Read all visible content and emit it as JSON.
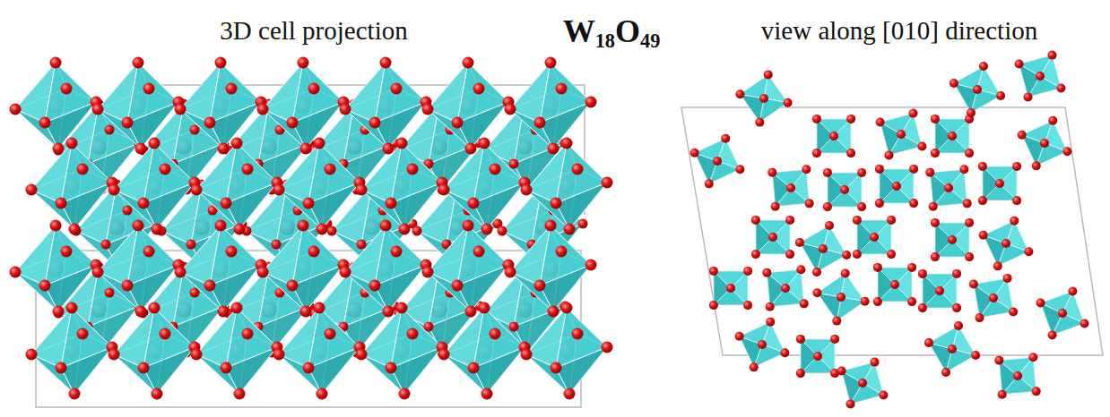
{
  "diagram": {
    "title": "W18O49",
    "labels": [
      "3D cell projection",
      "view along [010] direction"
    ]
  }
}
